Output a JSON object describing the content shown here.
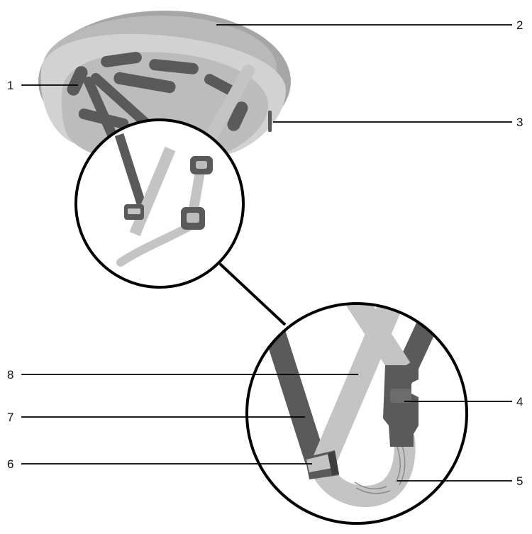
{
  "callouts": {
    "c1": "1",
    "c2": "2",
    "c3": "3",
    "c4": "4",
    "c5": "5",
    "c6": "6",
    "c7": "7",
    "c8": "8"
  },
  "colors": {
    "helmet_shell": "#a9a9a9",
    "helmet_rim": "#c8c8c8",
    "helmet_inner": "#bdbdbd",
    "dark_strap": "#595959",
    "light_strap": "#c3c3c3",
    "outline": "#000000"
  }
}
